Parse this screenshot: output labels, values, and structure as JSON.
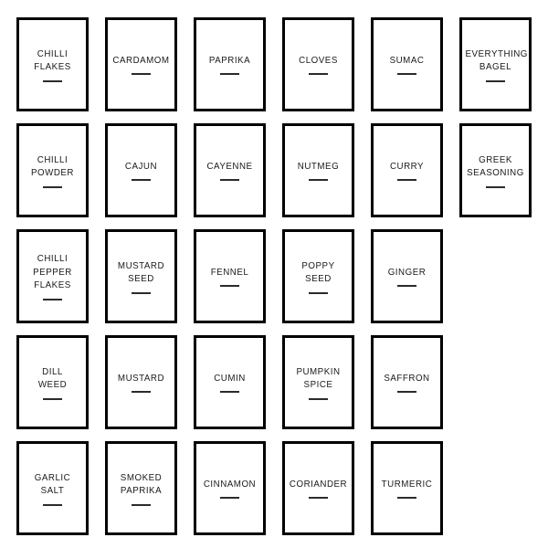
{
  "sheet": {
    "title": "Spice Jar Label Sheet",
    "background_color": "#ffffff",
    "border_color": "#000000",
    "text_color": "#1a1a1a",
    "rule_color": "#2b2b2b",
    "columns": 6,
    "rows": 5,
    "label_count": 27
  },
  "labels": [
    {
      "id": "chilli-flakes",
      "text": "CHILLI\nFLAKES",
      "lines": [
        "CHILLI",
        "FLAKES"
      ],
      "row": 1,
      "col": 1,
      "rule": true
    },
    {
      "id": "cardamom",
      "text": "CARDAMOM",
      "lines": [
        "CARDAMOM"
      ],
      "row": 1,
      "col": 2,
      "rule": true
    },
    {
      "id": "paprika",
      "text": "PAPRIKA",
      "lines": [
        "PAPRIKA"
      ],
      "row": 1,
      "col": 3,
      "rule": true
    },
    {
      "id": "cloves",
      "text": "CLOVES",
      "lines": [
        "CLOVES"
      ],
      "row": 1,
      "col": 4,
      "rule": true
    },
    {
      "id": "sumac",
      "text": "SUMAC",
      "lines": [
        "SUMAC"
      ],
      "row": 1,
      "col": 5,
      "rule": true
    },
    {
      "id": "everything-bagel",
      "text": "EVERYTHING\nBAGEL",
      "lines": [
        "EVERYTHING",
        "BAGEL"
      ],
      "row": 1,
      "col": 6,
      "rule": true
    },
    {
      "id": "chilli-powder",
      "text": "CHILLI\nPOWDER",
      "lines": [
        "CHILLI",
        "POWDER"
      ],
      "row": 2,
      "col": 1,
      "rule": true
    },
    {
      "id": "cajun",
      "text": "CAJUN",
      "lines": [
        "CAJUN"
      ],
      "row": 2,
      "col": 2,
      "rule": true
    },
    {
      "id": "cayenne",
      "text": "CAYENNE",
      "lines": [
        "CAYENNE"
      ],
      "row": 2,
      "col": 3,
      "rule": true
    },
    {
      "id": "nutmeg",
      "text": "NUTMEG",
      "lines": [
        "NUTMEG"
      ],
      "row": 2,
      "col": 4,
      "rule": true
    },
    {
      "id": "curry",
      "text": "CURRY",
      "lines": [
        "CURRY"
      ],
      "row": 2,
      "col": 5,
      "rule": true
    },
    {
      "id": "greek-seasoning",
      "text": "GREEK\nSEASONING",
      "lines": [
        "GREEK",
        "SEASONING"
      ],
      "row": 2,
      "col": 6,
      "rule": true
    },
    {
      "id": "chilli-pepper-flakes",
      "text": "CHILLI\nPEPPER\nFLAKES",
      "lines": [
        "CHILLI",
        "PEPPER",
        "FLAKES"
      ],
      "row": 3,
      "col": 1,
      "rule": true
    },
    {
      "id": "mustard-seed",
      "text": "MUSTARD\nSEED",
      "lines": [
        "MUSTARD",
        "SEED"
      ],
      "row": 3,
      "col": 2,
      "rule": true
    },
    {
      "id": "fennel",
      "text": "FENNEL",
      "lines": [
        "FENNEL"
      ],
      "row": 3,
      "col": 3,
      "rule": true
    },
    {
      "id": "poppy-seed",
      "text": "POPPY\nSEED",
      "lines": [
        "POPPY",
        "SEED"
      ],
      "row": 3,
      "col": 4,
      "rule": true
    },
    {
      "id": "ginger",
      "text": "GINGER",
      "lines": [
        "GINGER"
      ],
      "row": 3,
      "col": 5,
      "rule": true
    },
    {
      "id": "dill-weed",
      "text": "DILL\nWEED",
      "lines": [
        "DILL",
        "WEED"
      ],
      "row": 4,
      "col": 1,
      "rule": true
    },
    {
      "id": "mustard",
      "text": "MUSTARD",
      "lines": [
        "MUSTARD"
      ],
      "row": 4,
      "col": 2,
      "rule": true
    },
    {
      "id": "cumin",
      "text": "CUMIN",
      "lines": [
        "CUMIN"
      ],
      "row": 4,
      "col": 3,
      "rule": true
    },
    {
      "id": "pumpkin-spice",
      "text": "PUMPKIN\nSPICE",
      "lines": [
        "PUMPKIN",
        "SPICE"
      ],
      "row": 4,
      "col": 4,
      "rule": true
    },
    {
      "id": "saffron",
      "text": "SAFFRON",
      "lines": [
        "SAFFRON"
      ],
      "row": 4,
      "col": 5,
      "rule": true
    },
    {
      "id": "garlic-salt",
      "text": "GARLIC\nSALT",
      "lines": [
        "GARLIC",
        "SALT"
      ],
      "row": 5,
      "col": 1,
      "rule": true
    },
    {
      "id": "smoked-paprika",
      "text": "SMOKED\nPAPRIKA",
      "lines": [
        "SMOKED",
        "PAPRIKA"
      ],
      "row": 5,
      "col": 2,
      "rule": true
    },
    {
      "id": "cinnamon",
      "text": "CINNAMON",
      "lines": [
        "CINNAMON"
      ],
      "row": 5,
      "col": 3,
      "rule": true
    },
    {
      "id": "coriander",
      "text": "CORIANDER",
      "lines": [
        "CORIANDER"
      ],
      "row": 5,
      "col": 4,
      "rule": true
    },
    {
      "id": "turmeric",
      "text": "TURMERIC",
      "lines": [
        "TURMERIC"
      ],
      "row": 5,
      "col": 5,
      "rule": true
    }
  ]
}
